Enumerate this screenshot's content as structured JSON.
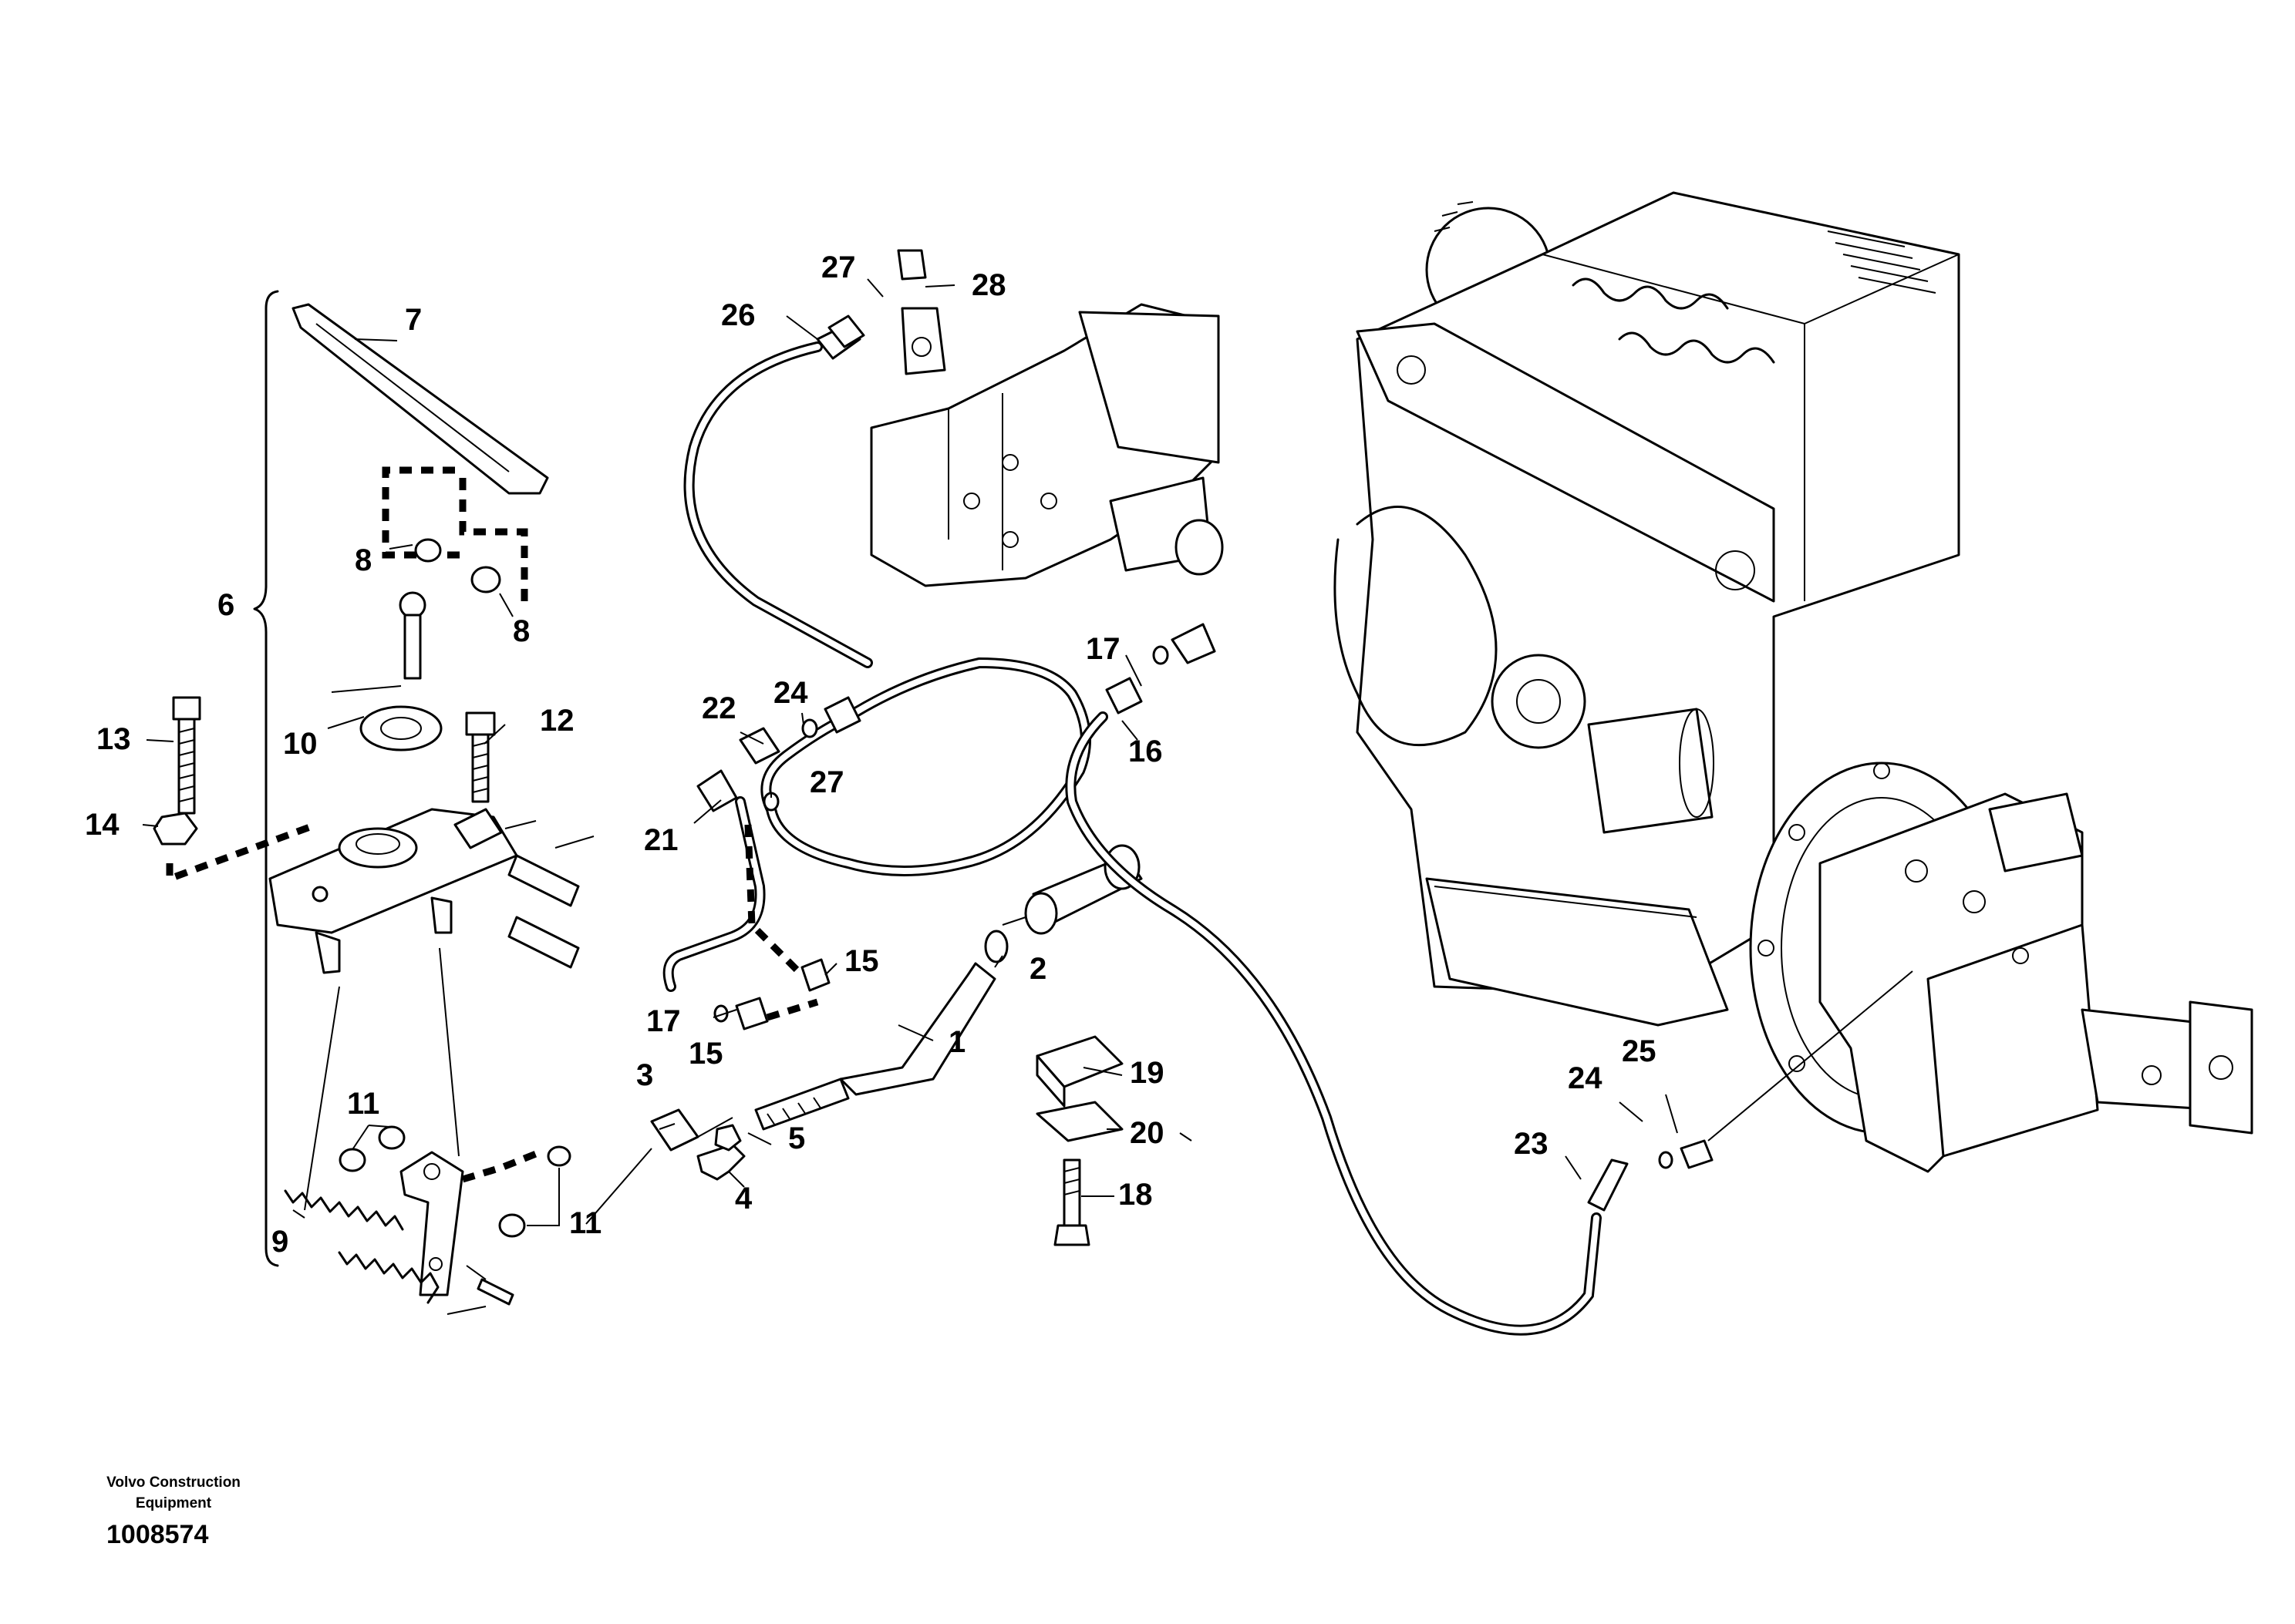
{
  "footer": {
    "company_line1": "Volvo Construction",
    "company_line2": "Equipment",
    "drawing_number": "1008574"
  },
  "callouts": {
    "c1": "1",
    "c2": "2",
    "c3": "3",
    "c4": "4",
    "c5": "5",
    "c6": "6",
    "c7": "7",
    "c8a": "8",
    "c8b": "8",
    "c9": "9",
    "c10": "10",
    "c11a": "11",
    "c11b": "11",
    "c12": "12",
    "c13": "13",
    "c14": "14",
    "c15a": "15",
    "c15b": "15",
    "c16": "16",
    "c17a": "17",
    "c17b": "17",
    "c18": "18",
    "c19": "19",
    "c20": "20",
    "c21": "21",
    "c22": "22",
    "c23": "23",
    "c24a": "24",
    "c24b": "24",
    "c25": "25",
    "c27a": "27",
    "c27b": "27",
    "c26": "26",
    "c28": "28"
  }
}
